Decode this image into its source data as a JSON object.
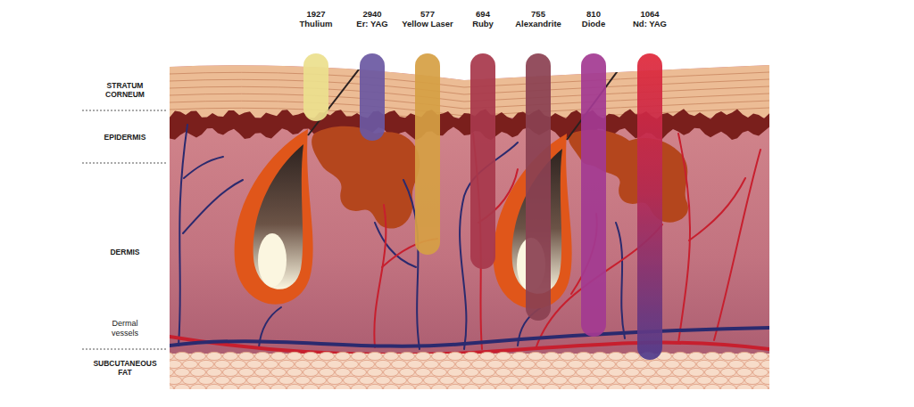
{
  "diagram": {
    "labels": [
      "1927",
      "Thulium",
      "2940",
      "Er: YAG",
      "577",
      "Yellow Laser",
      "694",
      "Ruby",
      "755",
      "Alexandrite",
      "810",
      "Diode",
      "1064",
      "Nd: YAG",
      "STRATUM CORNEUM",
      "EPIDERMIS",
      "DERMIS",
      "Dermal vessels",
      "SUBCUTANEOUS FAT"
    ]
  }
}
